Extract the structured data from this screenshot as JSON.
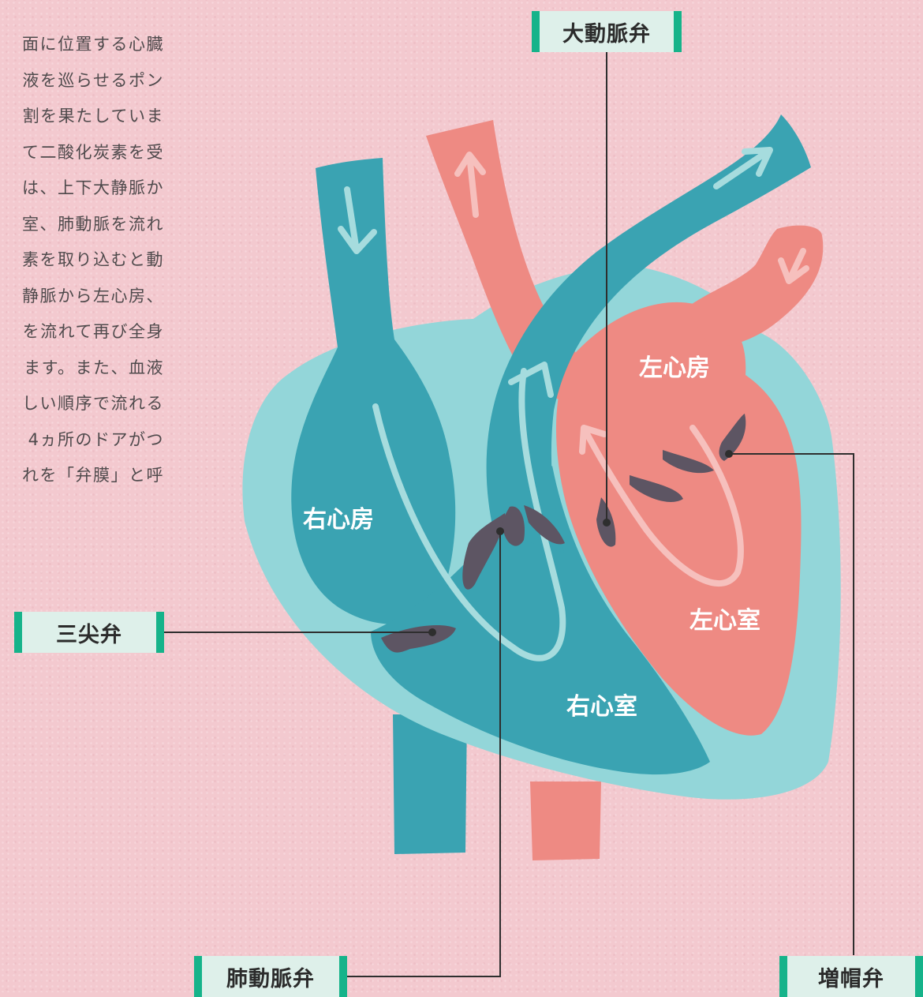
{
  "body_text": [
    "面に位置する心臓",
    "液を巡らせるポン",
    "割を果たしていま",
    "て二酸化炭素を受",
    "は、上下大静脈か",
    "室、肺動脈を流れ",
    "素を取り込むと動",
    "静脈から左心房、",
    "を流れて再び全身",
    "ます。また、血液",
    "しい順序で流れる",
    "4ヵ所のドアがつ",
    "れを「弁膜」と呼"
  ],
  "chambers": {
    "right_atrium": "右心房",
    "right_ventricle": "右心室",
    "left_atrium": "左心房",
    "left_ventricle": "左心室"
  },
  "valves": {
    "aortic": "大動脈弁",
    "tricuspid": "三尖弁",
    "pulmonary": "肺動脈弁",
    "mitral": "増帽弁"
  },
  "colors": {
    "background": "#f3c9cf",
    "deoxygenated_blue": "#3aa3b2",
    "oxygenated_red": "#ee8a83",
    "heart_wall": "#93d6d9",
    "valve": "#5d5563",
    "tag_accent": "#16b38a"
  }
}
